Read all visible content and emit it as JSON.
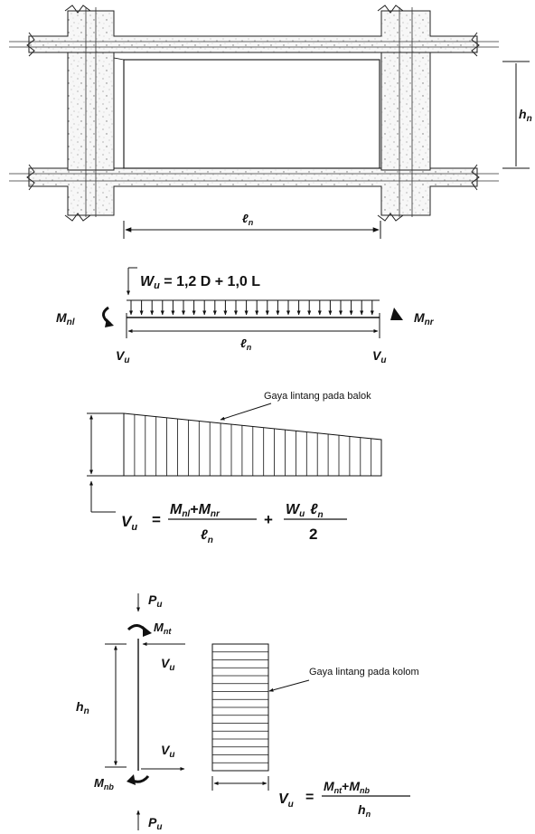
{
  "frame": {
    "height_label": "h",
    "height_sub": "n",
    "span_label": "ℓ",
    "span_sub": "n"
  },
  "beam": {
    "load_lhs": "W",
    "load_lhs_sub": "u",
    "load_rhs": " = 1,2 D + 1,0 L",
    "moment_left": "M",
    "moment_left_sub": "nl",
    "moment_right": "M",
    "moment_right_sub": "nr",
    "shear_left": "V",
    "shear_left_sub": "u",
    "shear_right": "V",
    "shear_right_sub": "u",
    "span_label": "ℓ",
    "span_sub": "n"
  },
  "beam_shear": {
    "caption": "Gaya lintang pada balok",
    "eq_lhs": "V",
    "eq_lhs_sub": "u",
    "eq_equals": "=",
    "frac1_num_a": "M",
    "frac1_num_a_sub": "nl",
    "frac1_plus": "+",
    "frac1_num_b": "M",
    "frac1_num_b_sub": "nr",
    "frac1_den": "ℓ",
    "frac1_den_sub": "n",
    "eq_plus": "+",
    "frac2_num_a": "W",
    "frac2_num_a_sub": "u",
    "frac2_num_b": "ℓ",
    "frac2_num_b_sub": "n",
    "frac2_den": "2"
  },
  "column": {
    "axial_top": "P",
    "axial_top_sub": "u",
    "moment_top": "M",
    "moment_top_sub": "nt",
    "shear_top": "V",
    "shear_top_sub": "u",
    "height_label": "h",
    "height_sub": "n",
    "shear_bottom": "V",
    "shear_bottom_sub": "u",
    "moment_bottom": "M",
    "moment_bottom_sub": "nb",
    "axial_bottom": "P",
    "axial_bottom_sub": "u"
  },
  "column_shear": {
    "caption": "Gaya lintang pada kolom",
    "eq_lhs": "V",
    "eq_lhs_sub": "u",
    "eq_equals": "=",
    "num_a": "M",
    "num_a_sub": "nt",
    "num_plus": "+",
    "num_b": "M",
    "num_b_sub": "nb",
    "den": "h",
    "den_sub": "n"
  }
}
